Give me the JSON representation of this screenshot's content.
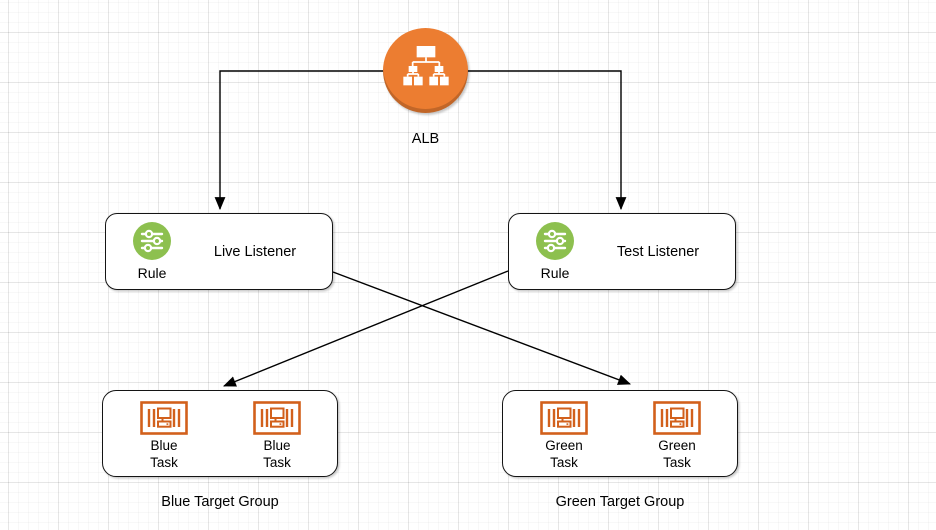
{
  "diagram": {
    "alb": {
      "label": "ALB"
    },
    "listeners": [
      {
        "rule_label": "Rule",
        "title": "Live Listener"
      },
      {
        "rule_label": "Rule",
        "title": "Test Listener"
      }
    ],
    "target_groups": [
      {
        "caption": "Blue Target Group",
        "tasks": [
          {
            "label": "Blue\nTask"
          },
          {
            "label": "Blue\nTask"
          }
        ]
      },
      {
        "caption": "Green Target Group",
        "tasks": [
          {
            "label": "Green\nTask"
          },
          {
            "label": "Green\nTask"
          }
        ]
      }
    ],
    "icons": {
      "alb": "load-balancer-icon",
      "rule": "rule-sliders-icon",
      "task": "ecs-task-icon"
    },
    "colors": {
      "alb_orange": "#EC7D31",
      "rule_green": "#8DC04F",
      "task_orange": "#D2601C",
      "connector": "#000000",
      "shape_fill": "#FFFFFF",
      "shape_stroke": "#141414"
    }
  }
}
